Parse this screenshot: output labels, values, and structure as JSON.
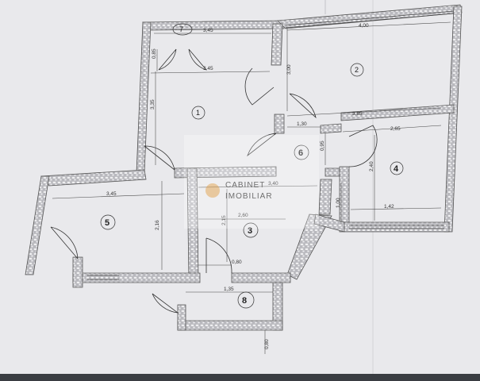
{
  "rooms": [
    {
      "number": "1"
    },
    {
      "number": "2"
    },
    {
      "number": "3"
    },
    {
      "number": "4"
    },
    {
      "number": "5"
    },
    {
      "number": "6"
    },
    {
      "number": "7"
    },
    {
      "number": "8"
    }
  ],
  "dimensions": {
    "d_345_top": "3,45",
    "d_400": "4,00",
    "d_085": "0,85",
    "d_345_mid": "3,45",
    "d_300": "3,00",
    "d_335": "3,35",
    "d_385": "3,85",
    "d_130": "1,30",
    "d_265": "2,65",
    "d_095": "0,95",
    "d_240_right": "2,40",
    "d_345_left": "3,45",
    "d_340": "3,40",
    "d_260": "2,60",
    "d_216": "2,16",
    "d_215": "2,15",
    "d_100": "1,00",
    "d_142": "1,42",
    "d_080_mid": "0,80",
    "d_135": "1,35",
    "d_080_bottom": "0,80"
  },
  "watermark": {
    "line1": "CABINET",
    "line2": "IMOBILIAR"
  },
  "colors": {
    "paper": "#e9e9ec",
    "wall": "#9a9aa0",
    "line": "#3a3a3a",
    "bottom_bar": "#3a3d42"
  }
}
